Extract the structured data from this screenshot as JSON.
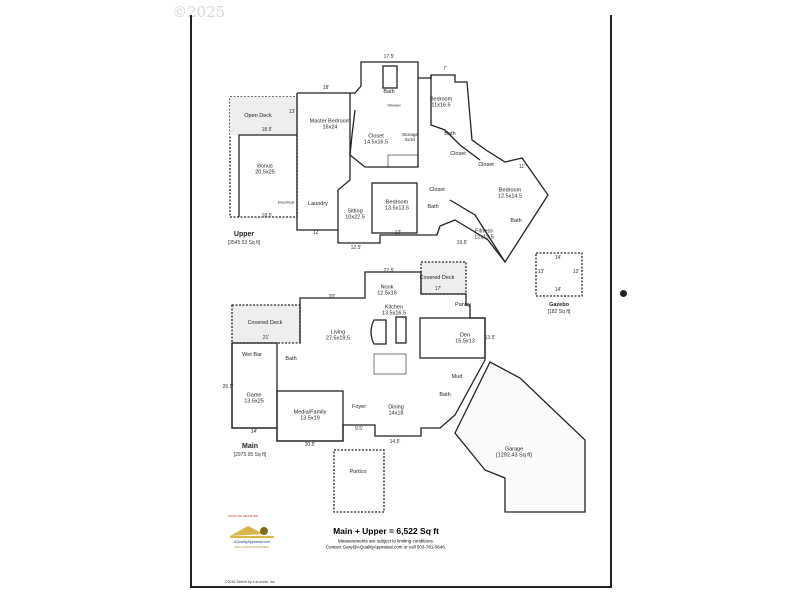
{
  "watermark": "©2025",
  "upper": {
    "label": "Upper",
    "area": "[3545.53 Sq ft]",
    "rooms": [
      {
        "name": "Open Deck",
        "size": ""
      },
      {
        "name": "Master Bedroom",
        "size": "16x24"
      },
      {
        "name": "Bonus",
        "size": "20.5x25"
      },
      {
        "name": "Bath",
        "size": ""
      },
      {
        "name": "Shower",
        "size": ""
      },
      {
        "name": "Closet",
        "size": "14.5x16.5"
      },
      {
        "name": "Storage",
        "size": "5x10"
      },
      {
        "name": "Bedroom",
        "size": "11x16.5"
      },
      {
        "name": "Bath",
        "size": ""
      },
      {
        "name": "Closet",
        "size": ""
      },
      {
        "name": "Closet",
        "size": ""
      },
      {
        "name": "Bedroom",
        "size": "12.5x14.5"
      },
      {
        "name": "Bedroom",
        "size": "13.5x13.5"
      },
      {
        "name": "Closet",
        "size": ""
      },
      {
        "name": "Bath",
        "size": ""
      },
      {
        "name": "Sitting",
        "size": "10x22.5"
      },
      {
        "name": "Laundry",
        "size": ""
      },
      {
        "name": "Electrical",
        "size": ""
      },
      {
        "name": "Fitness",
        "size": "12x13.5"
      },
      {
        "name": "Bath",
        "size": ""
      }
    ],
    "dimensions": [
      "17.5'",
      "18'",
      "18.5'",
      "18.5'",
      "12'",
      "13'",
      "12.5'",
      "7'",
      "13'",
      "11'",
      "19.5'"
    ]
  },
  "main": {
    "label": "Main",
    "area": "[2975.95 Sq ft]",
    "rooms": [
      {
        "name": "Covered Deck",
        "size": ""
      },
      {
        "name": "Nook",
        "size": "12.5x16"
      },
      {
        "name": "Kitchen",
        "size": "13.5x16.5"
      },
      {
        "name": "Pantry",
        "size": ""
      },
      {
        "name": "Covered Deck",
        "size": ""
      },
      {
        "name": "Living",
        "size": "27.5x19.5"
      },
      {
        "name": "Den",
        "size": "15.5x13"
      },
      {
        "name": "Wet Bar",
        "size": ""
      },
      {
        "name": "Bath",
        "size": ""
      },
      {
        "name": "Game",
        "size": "13.5x25"
      },
      {
        "name": "Media/Family",
        "size": "13.5x19"
      },
      {
        "name": "Foyer",
        "size": ""
      },
      {
        "name": "Dining",
        "size": "14x18"
      },
      {
        "name": "Mud",
        "size": ""
      },
      {
        "name": "Bath",
        "size": ""
      },
      {
        "name": "Garage",
        "size": "[1292.43 Sq ft]"
      },
      {
        "name": "Portico",
        "size": ""
      }
    ],
    "dimensions": [
      "27.5'",
      "17'",
      "20'",
      "21'",
      "14'",
      "20.5'",
      "9.5'",
      "14.5'",
      "13.5'",
      "26.5'"
    ]
  },
  "gazebo": {
    "label": "Gazebo",
    "area": "[182 Sq ft]",
    "dimensions": [
      "14'",
      "14'",
      "13'",
      "13'"
    ]
  },
  "summary": {
    "total": "Main + Upper = 6,522 Sq ft",
    "note": "Measurements are subject to limiting conditions.",
    "contact": "Contact Gary@AQualityAppraisal.com or call 503-781-5646."
  },
  "logo": {
    "text": "AQualityAppraisal.com",
    "tagline": "REAL ESTATE APPRAISERS",
    "top": "WHAT WE MEASURE"
  },
  "footer_credit": "©2016 Sketch by a la mode, inc."
}
